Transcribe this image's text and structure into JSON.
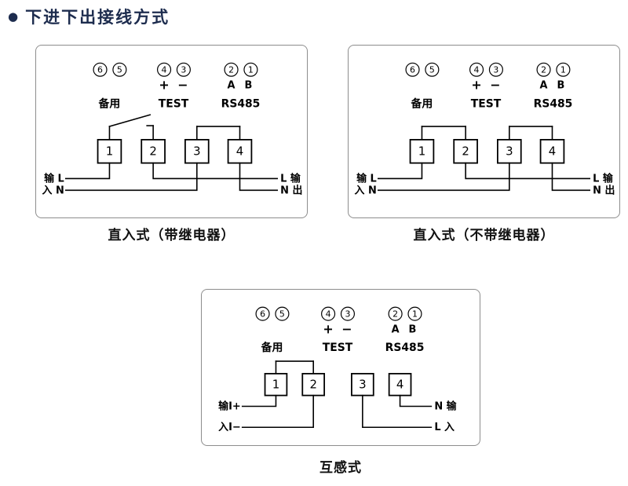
{
  "title": {
    "bullet": "●",
    "text": "下进下出接线方式"
  },
  "colors": {
    "title": "#1d2c4e",
    "panel_border": "#8d8d8d",
    "wire": "#000000",
    "background": "#ffffff"
  },
  "diagrams": {
    "with_relay": {
      "caption": "直入式（带继电器）",
      "pins": [
        "6",
        "5",
        "4",
        "3",
        "2",
        "1"
      ],
      "plus": "+",
      "minus": "−",
      "a": "A",
      "b": "B",
      "spare": "备用",
      "test": "TEST",
      "rs485": "RS485",
      "terminals": [
        "1",
        "2",
        "3",
        "4"
      ],
      "wires": {
        "left_top": "输 L",
        "left_bottom": "入 N",
        "right_top": "L 输",
        "right_bottom": "N 出"
      }
    },
    "without_relay": {
      "caption": "直入式（不带继电器）",
      "pins": [
        "6",
        "5",
        "4",
        "3",
        "2",
        "1"
      ],
      "plus": "+",
      "minus": "−",
      "a": "A",
      "b": "B",
      "spare": "备用",
      "test": "TEST",
      "rs485": "RS485",
      "terminals": [
        "1",
        "2",
        "3",
        "4"
      ],
      "wires": {
        "left_top": "输 L",
        "left_bottom": "入 N",
        "right_top": "L 输",
        "right_bottom": "N 出"
      }
    },
    "ct": {
      "caption": "互感式",
      "pins": [
        "6",
        "5",
        "4",
        "3",
        "2",
        "1"
      ],
      "plus": "+",
      "minus": "−",
      "a": "A",
      "b": "B",
      "spare": "备用",
      "test": "TEST",
      "rs485": "RS485",
      "terminals": [
        "1",
        "2",
        "3",
        "4"
      ],
      "wires": {
        "left_top": "输I+",
        "left_bottom": "入I−",
        "right_top": "N 输",
        "right_bottom": "L 入"
      }
    }
  }
}
